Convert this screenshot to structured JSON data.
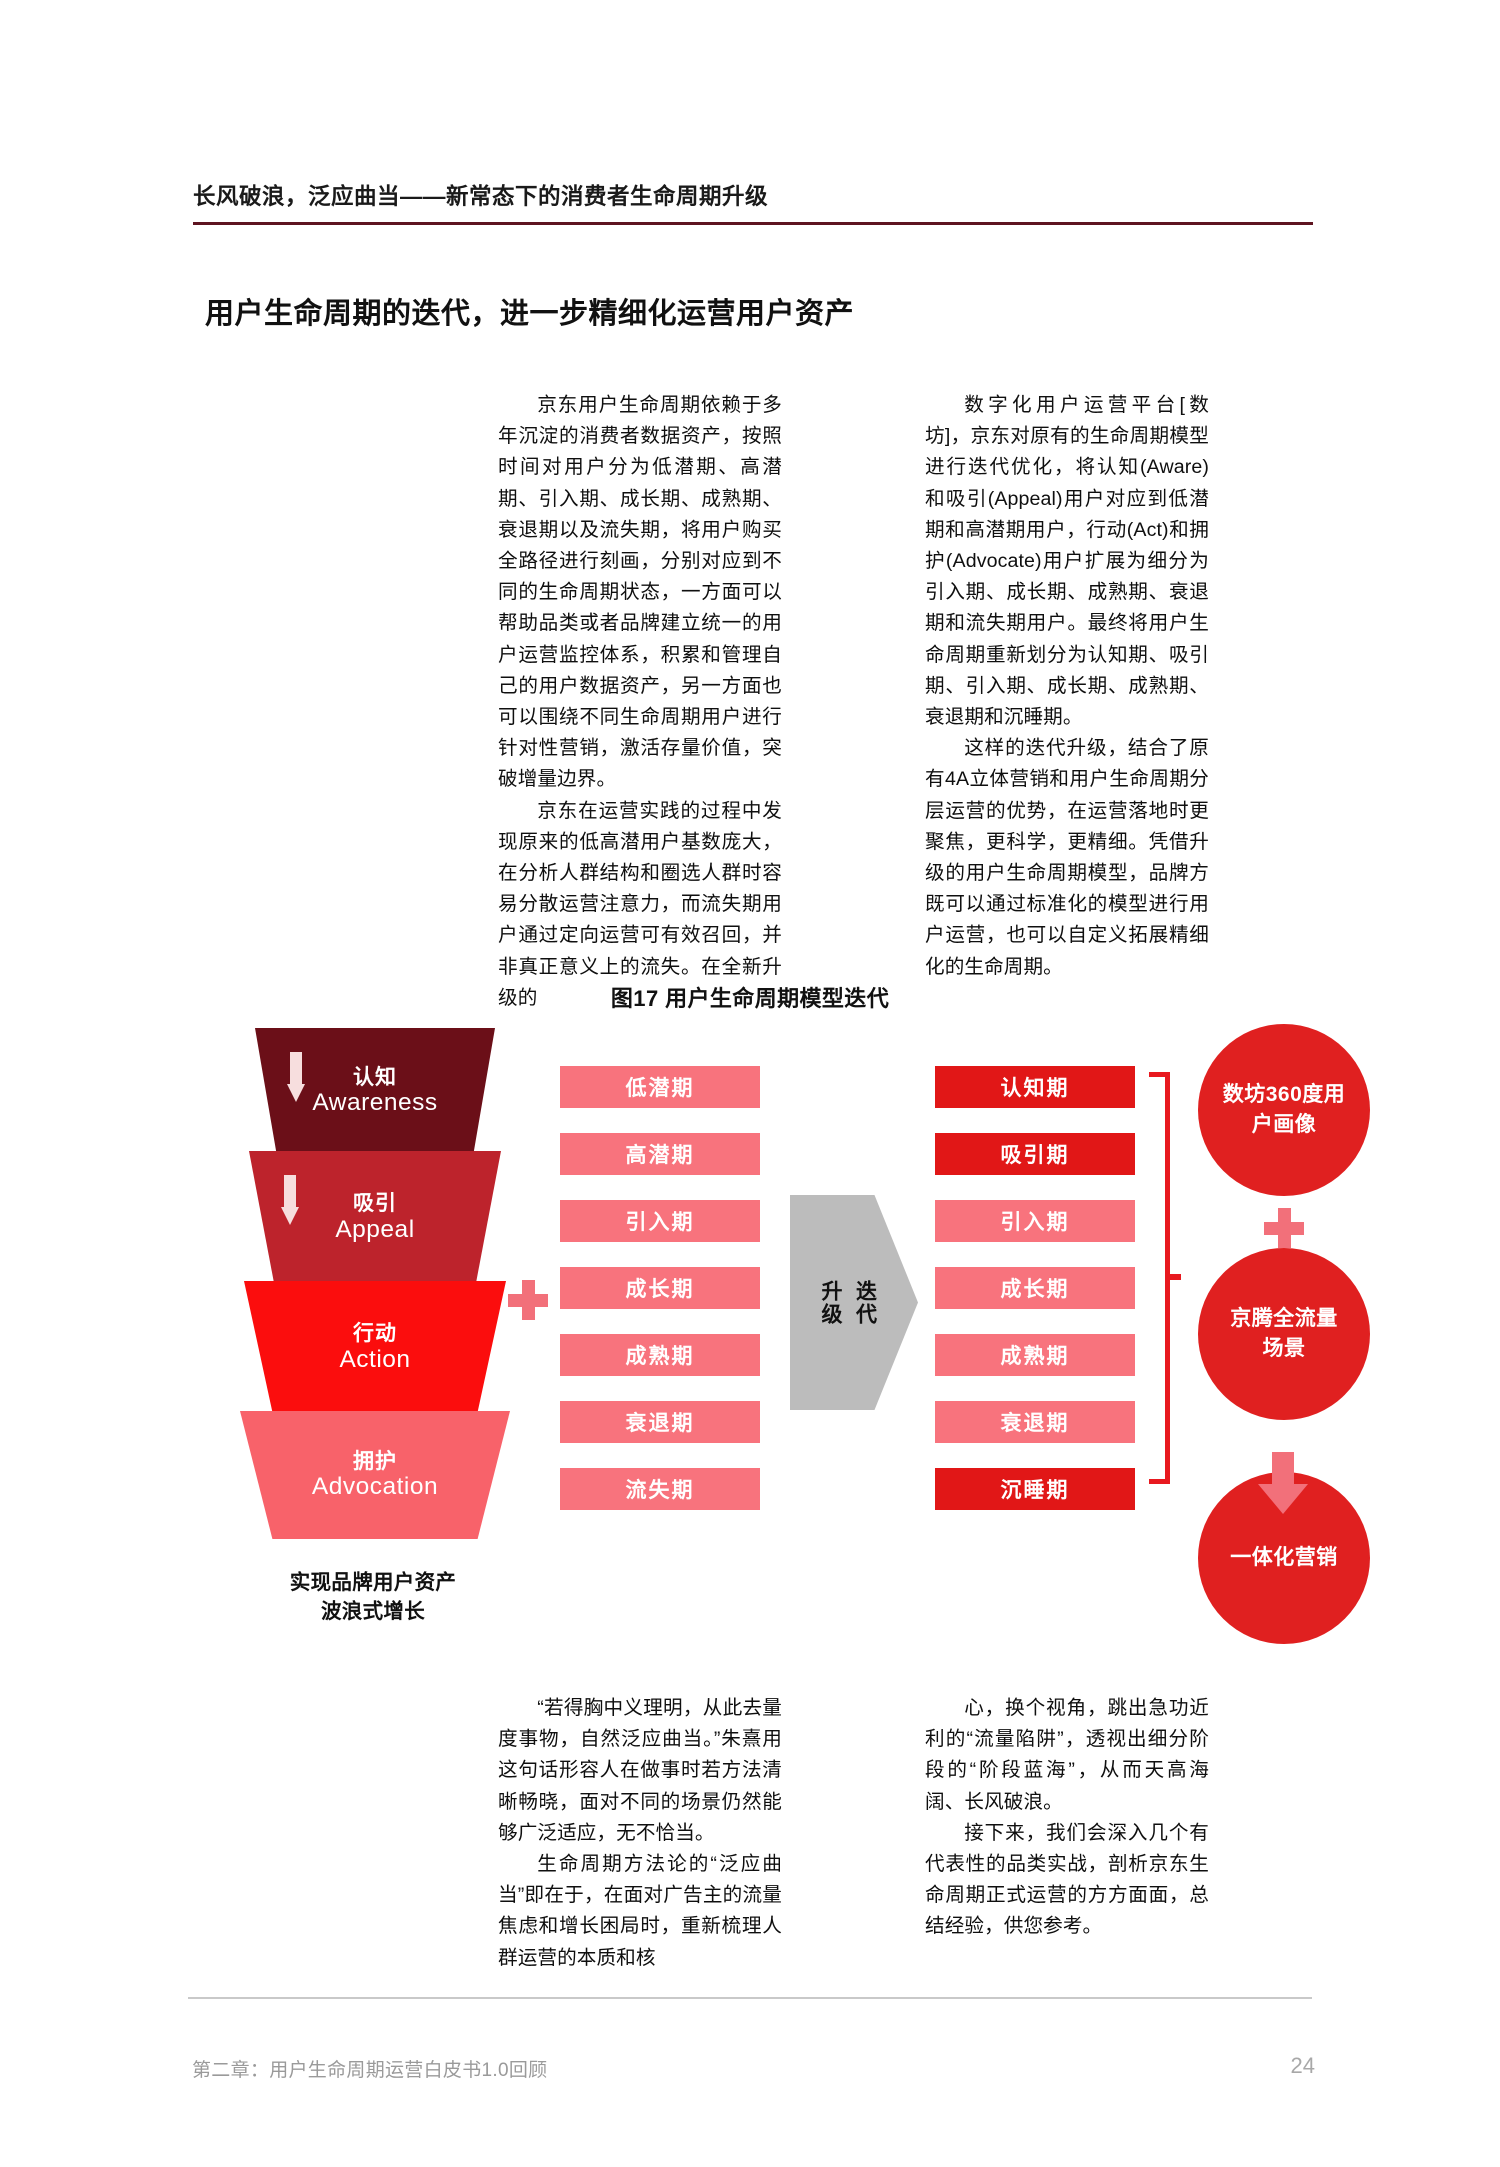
{
  "running_header": {
    "title": "长风破浪，泛应曲当——新常态下的消费者生命周期升级"
  },
  "section": {
    "title": "用户生命周期的迭代，进一步精细化运营用户资产"
  },
  "body_top": {
    "left_p1": "京东用户生命周期依赖于多年沉淀的消费者数据资产，按照时间对用户分为低潜期、高潜期、引入期、成长期、成熟期、衰退期以及流失期，将用户购买全路径进行刻画，分别对应到不同的生命周期状态，一方面可以帮助品类或者品牌建立统一的用户运营监控体系，积累和管理自己的用户数据资产，另一方面也可以围绕不同生命周期用户进行针对性营销，激活存量价值，突破增量边界。",
    "left_p2": "京东在运营实践的过程中发现原来的低高潜用户基数庞大，在分析人群结构和圈选人群时容易分散运营注意力，而流失期用户通过定向运营可有效召回，并非真正意义上的流失。在全新升级的",
    "right_p1": "数字化用户运营平台[数坊]，京东对原有的生命周期模型进行迭代优化，将认知(Aware)和吸引(Appeal)用户对应到低潜期和高潜期用户，行动(Act)和拥护(Advocate)用户扩展为细分为引入期、成长期、成熟期、衰退期和流失期用户。最终将用户生命周期重新划分为认知期、吸引期、引入期、成长期、成熟期、衰退期和沉睡期。",
    "right_p2": "这样的迭代升级，结合了原有4A立体营销和用户生命周期分层运营的优势，在运营落地时更聚焦，更科学，更精细。凭借升级的用户生命周期模型，品牌方既可以通过标准化的模型进行用户运营，也可以自定义拓展精细化的生命周期。"
  },
  "figure": {
    "caption": "图17 用户生命周期模型迭代",
    "funnel": {
      "stages": [
        {
          "cn": "认知",
          "en": "Awareness",
          "color": "#6b0f18",
          "has_arrow": true
        },
        {
          "cn": "吸引",
          "en": "Appeal",
          "color": "#bd232c",
          "has_arrow": true
        },
        {
          "cn": "行动",
          "en": "Action",
          "color": "#fb0d0d",
          "has_arrow": false
        },
        {
          "cn": "拥护",
          "en": "Advocation",
          "color": "#f8626a",
          "has_arrow": false
        }
      ],
      "note": "实现品牌用户资产\n波浪式增长",
      "note_line1": "实现品牌用户资产",
      "note_line2": "波浪式增长"
    },
    "old_stages": [
      {
        "label": "低潜期",
        "color": "#f8737d"
      },
      {
        "label": "高潜期",
        "color": "#f8737d"
      },
      {
        "label": "引入期",
        "color": "#f8737d"
      },
      {
        "label": "成长期",
        "color": "#f8737d"
      },
      {
        "label": "成熟期",
        "color": "#f8737d"
      },
      {
        "label": "衰退期",
        "color": "#f8737d"
      },
      {
        "label": "流失期",
        "color": "#f8737d"
      }
    ],
    "upgrade_arrow": {
      "line1": "升级",
      "line2": "迭代",
      "color": "#bcbcbc"
    },
    "new_stages": [
      {
        "label": "认知期",
        "color": "#e11717"
      },
      {
        "label": "吸引期",
        "color": "#e11717"
      },
      {
        "label": "引入期",
        "color": "#f8737d"
      },
      {
        "label": "成长期",
        "color": "#f8737d"
      },
      {
        "label": "成熟期",
        "color": "#f8737d"
      },
      {
        "label": "衰退期",
        "color": "#f8737d"
      },
      {
        "label": "沉睡期",
        "color": "#e11717"
      }
    ],
    "capabilities": [
      {
        "label": "数坊360度用户画像",
        "color": "#e02020"
      },
      {
        "label": "京腾全流量场景",
        "color": "#e02020"
      },
      {
        "label": "一体化营销",
        "color": "#e02020"
      }
    ],
    "connector_plus": "+",
    "accent_pink": "#f2707a",
    "accent_red": "#e8191f"
  },
  "body_bottom": {
    "left_p1": "“若得胸中义理明，从此去量度事物，自然泛应曲当。”朱熹用这句话形容人在做事时若方法清晰畅晓，面对不同的场景仍然能够广泛适应，无不恰当。",
    "left_p2": "生命周期方法论的“泛应曲当”即在于，在面对广告主的流量焦虑和增长困局时，重新梳理人群运营的本质和核",
    "right_p1": "心，换个视角，跳出急功近利的“流量陷阱”，透视出细分阶段的“阶段蓝海”，从而天高海阔、长风破浪。",
    "right_p2": "接下来，我们会深入几个有代表性的品类实战，剖析京东生命周期正式运营的方方面面，总结经验，供您参考。"
  },
  "footer": {
    "chapter": "第二章：用户生命周期运营白皮书1.0回顾",
    "page": "24"
  }
}
